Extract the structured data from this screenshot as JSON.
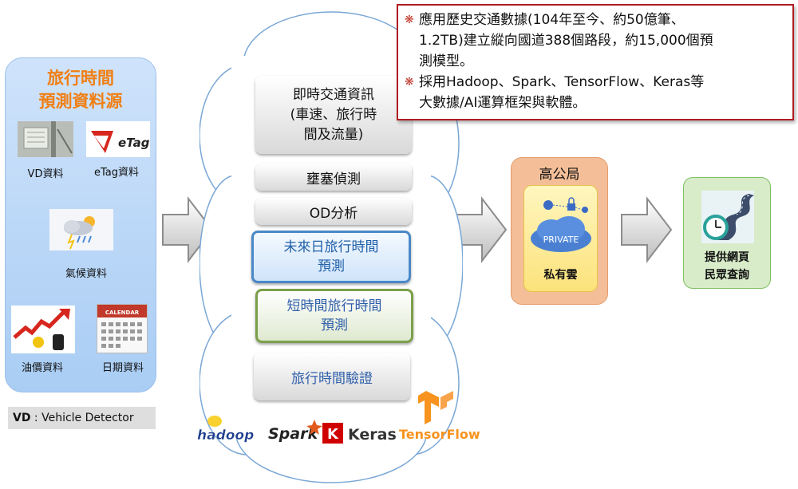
{
  "sources": {
    "title_line1": "旅行時間",
    "title_line2": "預測資料源",
    "vd_label": "VD資料",
    "etag_label": "eTag資料",
    "etag_logo_text": "eTag",
    "weather_label": "氣候資料",
    "oil_label": "油價資料",
    "date_label": "日期資料",
    "calendar_text": "CALENDAR"
  },
  "note": {
    "vd_abbr": "VD",
    "vd_full": ": Vehicle Detector"
  },
  "process": {
    "realtime_line1": "即時交通資訊",
    "realtime_line2": "(車速、旅行時",
    "realtime_line3": "間及流量)",
    "congestion": "壅塞偵測",
    "od": "OD分析",
    "future_line1": "未來日旅行時間",
    "future_line2": "預測",
    "short_line1": "短時間旅行時間",
    "short_line2": "預測",
    "verify": "旅行時間驗證"
  },
  "logos": {
    "hadoop": "hadoop",
    "spark": "Spark",
    "keras_k": "K",
    "keras": "Keras",
    "tensorflow": "TensorFlow"
  },
  "info": {
    "bullet": "❋",
    "item1_line1": "應用歷史交通數據(104年至今、約50億筆、",
    "item1_line2": "1.2TB)建立縱向國道388個路段，約15,000個預",
    "item1_line3": "測模型。",
    "item2_line1": "採用Hadoop、Spark、TensorFlow、Keras等",
    "item2_line2": "大數據/AI運算框架與軟體。"
  },
  "bureau": {
    "title": "高公局",
    "private_text": "PRIVATE",
    "label": "私有雲"
  },
  "web": {
    "line1": "提供網頁",
    "line2": "民眾查詢"
  },
  "colors": {
    "source_title": "#f07f13",
    "future_border": "#4a88c7",
    "short_border": "#7ba04a",
    "info_border": "#b01d23",
    "bureau_bg": "#f4bf98",
    "web_bg": "#d8ecc9"
  }
}
